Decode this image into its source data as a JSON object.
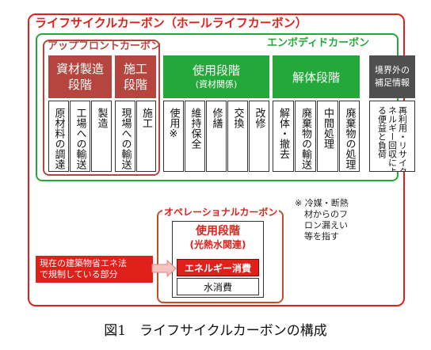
{
  "lifecycle_title": "ライフサイクルカーボン（ホールライフカーボン）",
  "upfront_title": "アップフロントカーボン",
  "embodied_title": "エンボディドカーボン",
  "operational_title": "オペレーショナルカーボン",
  "headers": {
    "material": [
      "資材製造",
      "段階"
    ],
    "construction": [
      "施工",
      "段階"
    ],
    "use": [
      "使用段階",
      "(資材関係)"
    ],
    "demolition": "解体段階",
    "external": [
      "境界外の",
      "補足情報"
    ]
  },
  "cells": {
    "material": [
      "原材料の調達",
      "工場への輸送",
      "製造"
    ],
    "construction": [
      "現場への輸送",
      "施工"
    ],
    "use": [
      "使用※",
      "維持保全",
      "修繕",
      "交換",
      "改修"
    ],
    "demolition": [
      "解体・撤去",
      "廃棄物の輸送",
      "中間処理",
      "廃棄物の処理"
    ],
    "external": [
      "ネルギー回収によ",
      "る便益と負荷",
      "再利用・リサイクル・エ"
    ]
  },
  "operational": {
    "header": [
      "使用段階",
      "(光熱水関連)"
    ],
    "energy": "エネルギー消費",
    "water": "水消費"
  },
  "note": [
    "※ 冷媒・断熱",
    "材からのフ",
    "ロン漏えい",
    "等を指す"
  ],
  "regulation_callout": [
    "現在の建築物省エネ法",
    "で規制している部分"
  ],
  "caption": "図1　ライフサイクルカーボンの構成",
  "colors": {
    "red": "#e0201a",
    "brick": "#b5453e",
    "green": "#25a83a",
    "grey": "#4f4f4f"
  }
}
